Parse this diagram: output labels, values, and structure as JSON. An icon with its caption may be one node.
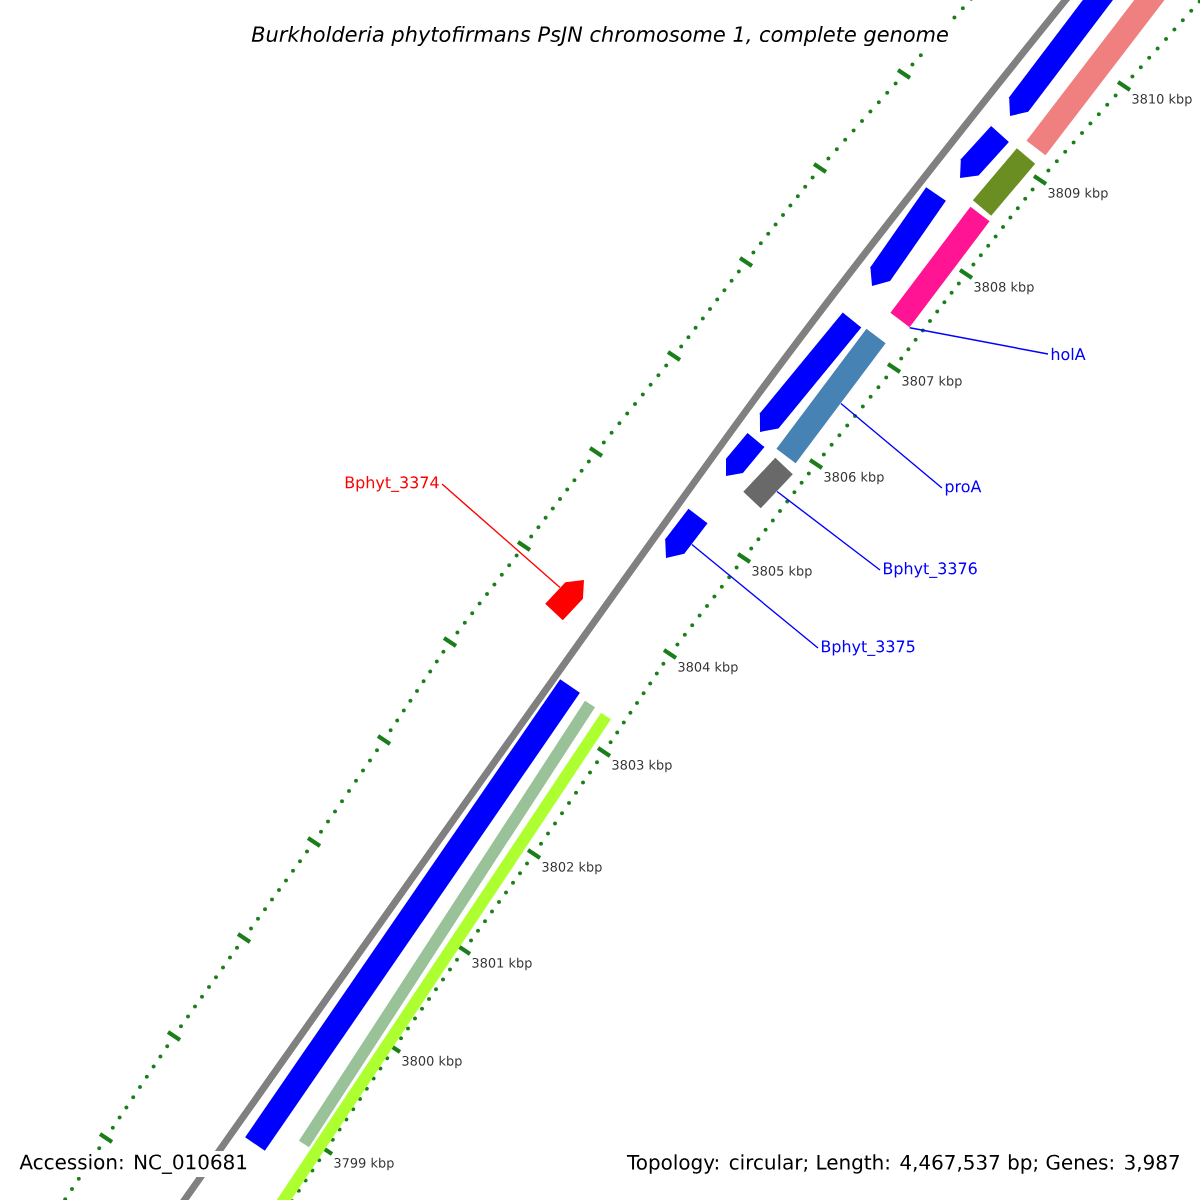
{
  "diagram": {
    "title": "Burkholderia phytofirmans PsJN chromosome 1, complete genome",
    "nodes": [
      {
        "text": [
          "holA"
        ]
      },
      {
        "text": [
          "proA"
        ]
      },
      {
        "text": [
          "Bphyt_3374"
        ]
      },
      {
        "text": [
          "Bphyt_3376"
        ]
      },
      {
        "text": [
          "Bphyt_3375"
        ]
      },
      {
        "text": [],
        "shape": "arrow"
      },
      {
        "text": [],
        "shape": "box"
      },
      {
        "text": [],
        "shape": "arrow"
      },
      {
        "text": [],
        "shape": "box"
      },
      {
        "text": [],
        "shape": "arrow"
      },
      {
        "text": [],
        "shape": "box"
      },
      {
        "text": [],
        "shape": "arrow"
      },
      {
        "text": [],
        "shape": "box"
      },
      {
        "text": [],
        "shape": "arrow"
      },
      {
        "text": [],
        "shape": "box"
      },
      {
        "text": [],
        "shape": "arrow"
      },
      {
        "text": [],
        "shape": "arrow"
      },
      {
        "text": [],
        "shape": "box"
      },
      {
        "text": [],
        "shape": "box"
      },
      {
        "text": [],
        "shape": "box"
      }
    ],
    "edges": [
      {
        "from": 0,
        "to": 10,
        "arrow": "none"
      },
      {
        "from": 1,
        "to": 12,
        "arrow": "none"
      },
      {
        "from": 2,
        "to": 16,
        "arrow": "none",
        "color": "#ff0000"
      },
      {
        "from": 3,
        "to": 14,
        "arrow": "none"
      },
      {
        "from": 4,
        "to": 15,
        "arrow": "none"
      }
    ],
    "labels": [
      "3810 kbp",
      "3809 kbp",
      "3808 kbp",
      "3807 kbp",
      "3806 kbp",
      "3805 kbp",
      "3804 kbp",
      "3803 kbp",
      "3802 kbp",
      "3801 kbp",
      "3800 kbp",
      "3799 kbp",
      "Accession: NC_010681",
      "Topology: circular; Length: 4,467,537 bp; Genes: 3,987"
    ]
  }
}
